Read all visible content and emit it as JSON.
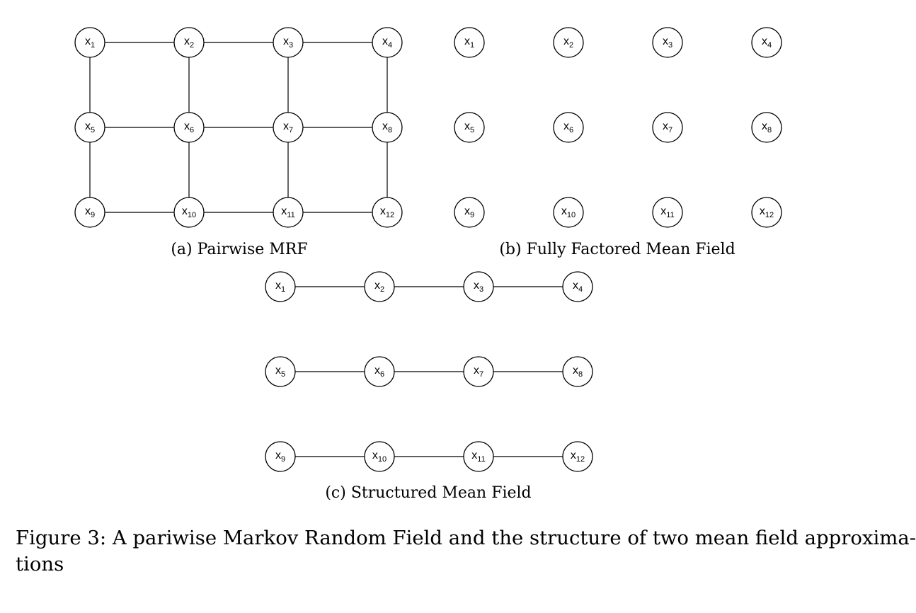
{
  "panels": [
    {
      "id": "a",
      "caption": "(a) Pairwise MRF",
      "layout": "grid",
      "nodes": [
        {
          "var": "x",
          "sub": "1"
        },
        {
          "var": "x",
          "sub": "2"
        },
        {
          "var": "x",
          "sub": "3"
        },
        {
          "var": "x",
          "sub": "4"
        },
        {
          "var": "x",
          "sub": "5"
        },
        {
          "var": "x",
          "sub": "6"
        },
        {
          "var": "x",
          "sub": "7"
        },
        {
          "var": "x",
          "sub": "8"
        },
        {
          "var": "x",
          "sub": "9"
        },
        {
          "var": "x",
          "sub": "10"
        },
        {
          "var": "x",
          "sub": "11"
        },
        {
          "var": "x",
          "sub": "12"
        }
      ],
      "edges": [
        [
          "1",
          "2"
        ],
        [
          "2",
          "3"
        ],
        [
          "3",
          "4"
        ],
        [
          "5",
          "6"
        ],
        [
          "6",
          "7"
        ],
        [
          "7",
          "8"
        ],
        [
          "9",
          "10"
        ],
        [
          "10",
          "11"
        ],
        [
          "11",
          "12"
        ],
        [
          "1",
          "5"
        ],
        [
          "5",
          "9"
        ],
        [
          "2",
          "6"
        ],
        [
          "6",
          "10"
        ],
        [
          "3",
          "7"
        ],
        [
          "7",
          "11"
        ],
        [
          "4",
          "8"
        ],
        [
          "8",
          "12"
        ]
      ]
    },
    {
      "id": "b",
      "caption": "(b) Fully Factored Mean Field",
      "layout": "grid",
      "nodes": [
        {
          "var": "x",
          "sub": "1"
        },
        {
          "var": "x",
          "sub": "2"
        },
        {
          "var": "x",
          "sub": "3"
        },
        {
          "var": "x",
          "sub": "4"
        },
        {
          "var": "x",
          "sub": "5"
        },
        {
          "var": "x",
          "sub": "6"
        },
        {
          "var": "x",
          "sub": "7"
        },
        {
          "var": "x",
          "sub": "8"
        },
        {
          "var": "x",
          "sub": "9"
        },
        {
          "var": "x",
          "sub": "10"
        },
        {
          "var": "x",
          "sub": "11"
        },
        {
          "var": "x",
          "sub": "12"
        }
      ],
      "edges": []
    },
    {
      "id": "c",
      "caption": "(c) Structured Mean Field",
      "layout": "grid",
      "nodes": [
        {
          "var": "x",
          "sub": "1"
        },
        {
          "var": "x",
          "sub": "2"
        },
        {
          "var": "x",
          "sub": "3"
        },
        {
          "var": "x",
          "sub": "4"
        },
        {
          "var": "x",
          "sub": "5"
        },
        {
          "var": "x",
          "sub": "6"
        },
        {
          "var": "x",
          "sub": "7"
        },
        {
          "var": "x",
          "sub": "8"
        },
        {
          "var": "x",
          "sub": "9"
        },
        {
          "var": "x",
          "sub": "10"
        },
        {
          "var": "x",
          "sub": "11"
        },
        {
          "var": "x",
          "sub": "12"
        }
      ],
      "edges": [
        [
          "1",
          "2"
        ],
        [
          "2",
          "3"
        ],
        [
          "3",
          "4"
        ],
        [
          "5",
          "6"
        ],
        [
          "6",
          "7"
        ],
        [
          "7",
          "8"
        ],
        [
          "9",
          "10"
        ],
        [
          "10",
          "11"
        ],
        [
          "11",
          "12"
        ]
      ]
    }
  ],
  "figure_caption": {
    "line1": "Figure 3: A pariwise Markov Random Field and the structure of two mean field approxima-",
    "line2": "tions"
  }
}
